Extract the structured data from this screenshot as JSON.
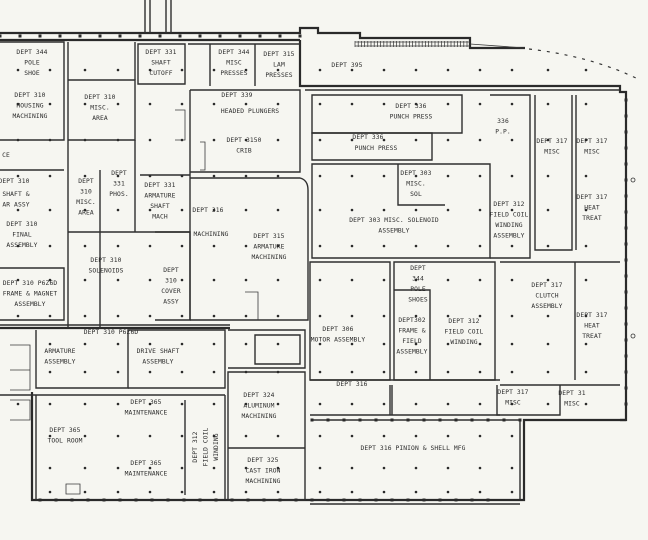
{
  "plan": {
    "labels": [
      [
        "DEPT 344",
        "POLE",
        "SHOE"
      ],
      [
        "DEPT 310",
        "HOUSING",
        "MACHINING"
      ],
      [
        "CE"
      ],
      [
        "DEPT 310",
        "MISC.",
        "AREA"
      ],
      [
        "DEPT 331",
        "SHAFT",
        "CUTOFF"
      ],
      [
        "DEPT 344",
        "MISC",
        "PRESSES"
      ],
      [
        "DEPT 315",
        "LAM",
        "PRESSES"
      ],
      [
        "DEPT 395"
      ],
      [
        "DEPT 339"
      ],
      [
        "HEADED PLUNGERS"
      ],
      [
        "DEPT 3150",
        "CRIB"
      ],
      [
        "DEPT 336",
        "PUNCH PRESS"
      ],
      [
        "DEPT 336"
      ],
      [
        "PUNCH PRESS"
      ],
      [
        "336",
        "P.P."
      ],
      [
        "DEPT 317",
        "MISC"
      ],
      [
        "DEPT 317",
        "MISC"
      ],
      [
        "DEPT 310"
      ],
      [
        "SHAFT &",
        "AR ASSY"
      ],
      [
        "DEPT",
        "310",
        "MISC.",
        "AREA"
      ],
      [
        "DEPT",
        "331",
        "PHOS."
      ],
      [
        "DEPT 331",
        "ARMATURE",
        "SHAFT",
        "MACH"
      ],
      [
        "DEPT 316"
      ],
      [
        "MACHINING"
      ],
      [
        "DEPT 315",
        "ARMATURE",
        "MACHINING"
      ],
      [
        "DEPT 303",
        "MISC.",
        "SOL"
      ],
      [
        "DEPT 303 MISC. SOLENOID",
        "ASSEMBLY"
      ],
      [
        "DEPT 312",
        "FIELD COIL",
        "WINDING",
        "ASSEMBLY"
      ],
      [
        "DEPT 317",
        "HEAT",
        "TREAT"
      ],
      [
        "DEPT 310",
        "FINAL",
        "ASSEMBLY"
      ],
      [
        "DEPT 310",
        "SOLENOIDS"
      ],
      [
        "DEPT",
        "310",
        "COVER",
        "ASSY"
      ],
      [
        "DEPT",
        "344",
        "POLE",
        "SHOES"
      ],
      [
        "DEPT 317",
        "CLUTCH",
        "ASSEMBLY"
      ],
      [
        "DEPT 310 P6Z6D",
        "FRAME & MAGNET",
        "ASSEMBLY"
      ],
      [
        "DEPT 306",
        "MOTOR ASSEMBLY"
      ],
      [
        "DEPT302",
        "FRAME &",
        "FIELD",
        "ASSEMBLY"
      ],
      [
        "DEPT 312",
        "FIELD COIL",
        "WINDING"
      ],
      [
        "DEPT 317",
        "HEAT",
        "TREAT"
      ],
      [
        "DEPT 310 P6Z6D"
      ],
      [
        "ARMATURE",
        "ASSEMBLY"
      ],
      [
        "DRIVE SHAFT",
        "ASSEMBLY"
      ],
      [
        "DEPT 316"
      ],
      [
        "DEPT 365",
        "MAINTENANCE"
      ],
      [
        "DEPT 324",
        "ALUMINUM",
        "MACHINING"
      ],
      [
        "DEPT 317",
        "MISC"
      ],
      [
        "DEPT 31",
        "MISC"
      ],
      [
        "DEPT 365",
        "TOOL ROOM"
      ],
      [
        "DEPT 312",
        "FIELD COIL",
        "WINDING"
      ],
      [
        "DEPT 365",
        "MAINTENANCE"
      ],
      [
        "DEPT 325",
        "CAST IRON",
        "MACHINING"
      ],
      [
        "DEPT 316 PINION & SHELL MFG"
      ]
    ]
  }
}
